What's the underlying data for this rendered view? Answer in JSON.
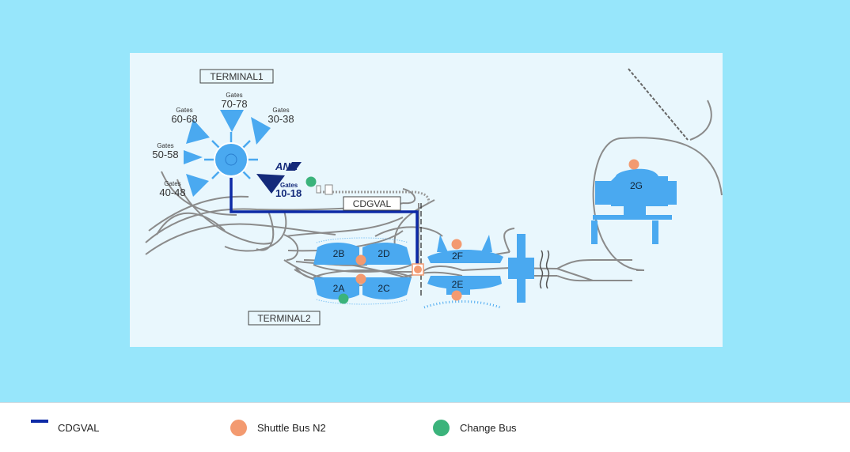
{
  "colors": {
    "background": "#97e6fb",
    "map_panel": "#e9f7fd",
    "terminal_fill": "#4aa9f0",
    "cdgval": "#0d2aa6",
    "shuttle_bus": "#f39a70",
    "change_bus": "#3bb37b",
    "road": "#8b8b8b",
    "ana_blue": "#142a7a"
  },
  "terminals": {
    "t1_label": "TERMINAL1",
    "t2_label": "TERMINAL2",
    "cdgval_label": "CDGVAL"
  },
  "gates": [
    {
      "id": "g70",
      "caption": "Gates",
      "range": "70-78"
    },
    {
      "id": "g60",
      "caption": "Gates",
      "range": "60-68"
    },
    {
      "id": "g30",
      "caption": "Gates",
      "range": "30-38"
    },
    {
      "id": "g50",
      "caption": "Gates",
      "range": "50-58"
    },
    {
      "id": "g40",
      "caption": "Gates",
      "range": "40-48"
    }
  ],
  "ana": {
    "logo_text": "ANA",
    "caption": "Gates",
    "range": "10-18"
  },
  "halls": {
    "h2a": "2A",
    "h2b": "2B",
    "h2c": "2C",
    "h2d": "2D",
    "h2e": "2E",
    "h2f": "2F",
    "h2g": "2G"
  },
  "legend": {
    "cdgval": "CDGVAL",
    "shuttle": "Shuttle Bus N2",
    "change": "Change Bus"
  }
}
